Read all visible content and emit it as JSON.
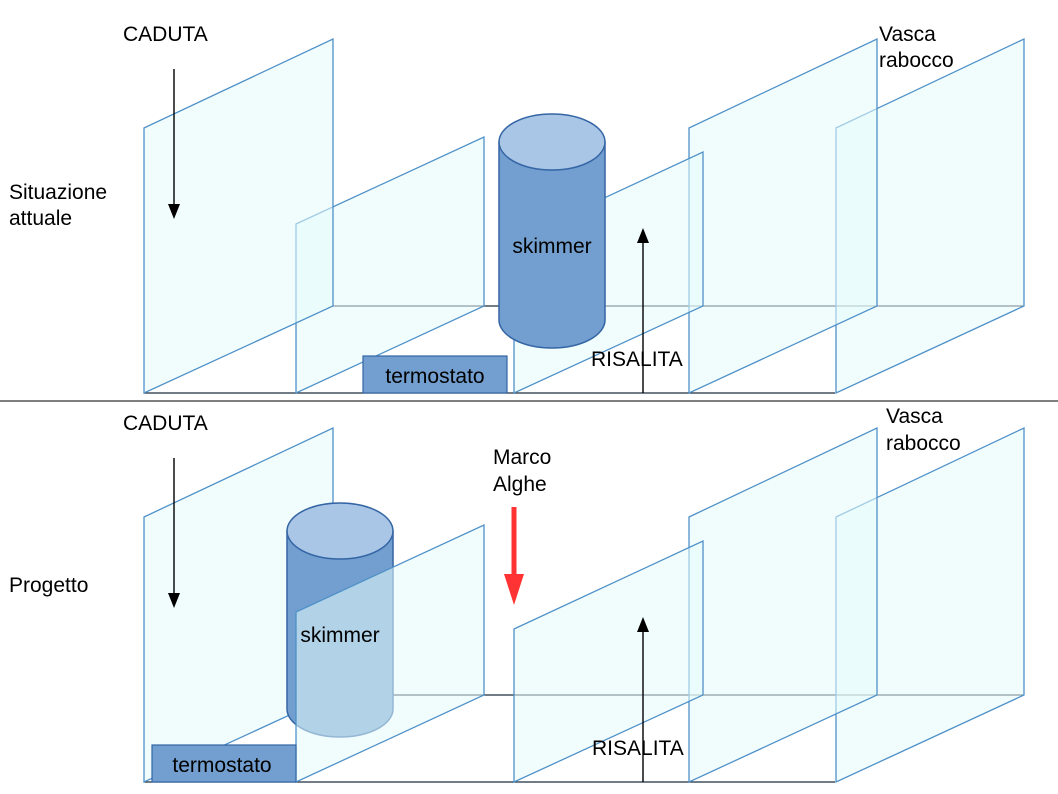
{
  "top": {
    "section_label_line1": "Situazione",
    "section_label_line2": "attuale",
    "caduta": "CADUTA",
    "vasca_line1": "Vasca",
    "vasca_line2": "rabocco",
    "skimmer": "skimmer",
    "termostato": "termostato",
    "risalita": "RISALITA"
  },
  "bottom": {
    "section_label": "Progetto",
    "caduta": "CADUTA",
    "vasca_line1": "Vasca",
    "vasca_line2": "rabocco",
    "marco_line1": "Marco",
    "marco_line2": "Alghe",
    "skimmer": "skimmer",
    "termostato": "termostato",
    "risalita": "RISALITA"
  },
  "colors": {
    "pane_fill": "#e6fbfb",
    "pane_stroke": "#4f91c8",
    "skimmer": "#729fcf",
    "skimmer_top": "#a9c6e6",
    "marco_arrow": "#ff3333"
  }
}
